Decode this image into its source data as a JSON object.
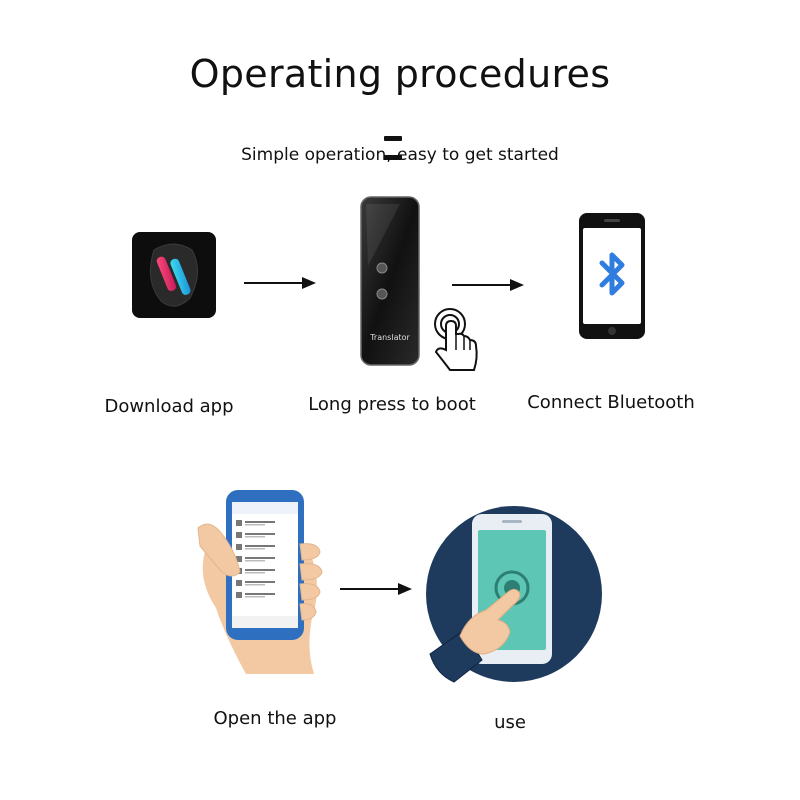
{
  "header": {
    "title": "Operating procedures",
    "subtitle": "Simple operation, easy to get started"
  },
  "steps": [
    {
      "label": "Download app",
      "icon": "app-icon"
    },
    {
      "label": "Long press to boot",
      "icon": "translator-device-icon"
    },
    {
      "label": "Connect Bluetooth",
      "icon": "bluetooth-phone-icon"
    },
    {
      "label": "Open the app",
      "icon": "hand-holding-phone-icon"
    },
    {
      "label": "use",
      "icon": "finger-tap-phone-icon"
    }
  ],
  "device": {
    "brand_text": "Translator"
  },
  "colors": {
    "bluetooth": "#2f7de1",
    "circle_bg": "#1e3b5e",
    "screen_teal": "#5ec6b4",
    "phone_blue": "#2e6fc0",
    "skin": "#f3c9a3"
  }
}
